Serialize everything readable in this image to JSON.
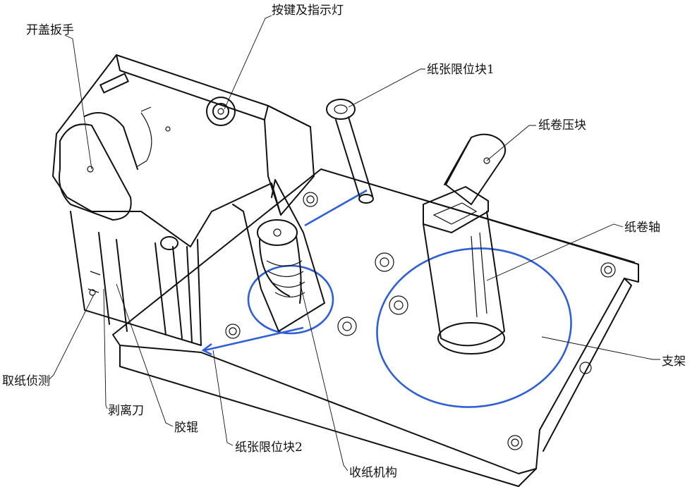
{
  "labels": {
    "lever": "开盖扳手",
    "buttons": "按键及指示灯",
    "paper_stop_1": "纸张限位块1",
    "roll_press": "纸卷压块",
    "roll_shaft": "纸卷轴",
    "bracket": "支架",
    "paper_detect": "取纸侦测",
    "peel_knife": "剥离刀",
    "rubber_roller": "胶辊",
    "paper_stop_2": "纸张限位块2",
    "rewind": "收纸机构"
  },
  "colors": {
    "line": "#111111",
    "paper_path": "#2e5fd6",
    "background": "#ffffff"
  }
}
